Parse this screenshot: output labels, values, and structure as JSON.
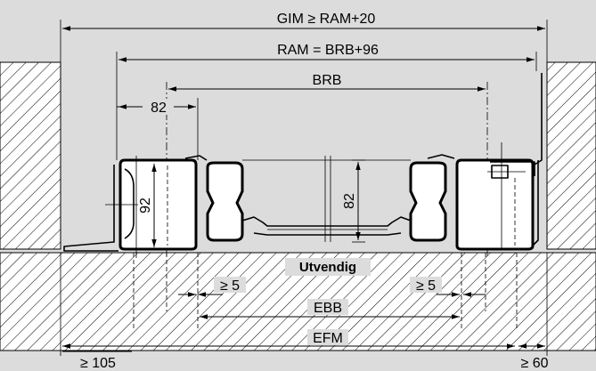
{
  "diagram": {
    "labels": {
      "gim": "GIM ≥ RAM+20",
      "ram": "RAM = BRB+96",
      "brb": "BRB",
      "dim_82_left": "82",
      "dim_92": "92",
      "dim_82_center": "82",
      "utvendig": "Utvendig",
      "min5_left": "≥ 5",
      "min5_right": "≥ 5",
      "ebb": "EBB",
      "efm": "EFM",
      "min105": "≥ 105",
      "min60": "≥ 60"
    },
    "colors": {
      "background": "#dcdcdc",
      "line": "#000000",
      "fill": "#ffffff"
    }
  }
}
